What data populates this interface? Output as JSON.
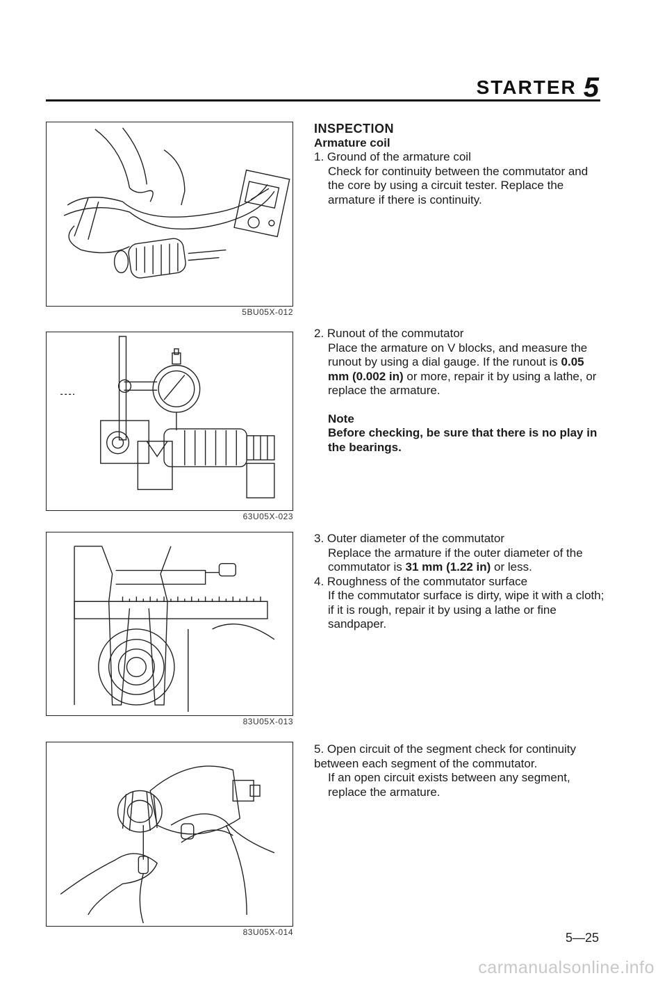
{
  "header": {
    "title": "STARTER",
    "chapter": "5"
  },
  "figures": [
    {
      "code": "5BU05X-012"
    },
    {
      "code": "63U05X-023"
    },
    {
      "code": "83U05X-013"
    },
    {
      "code": "83U05X-014"
    }
  ],
  "sections": {
    "inspection_heading": "INSPECTION",
    "armature_heading": "Armature coil",
    "item1_title": "1. Ground of the armature coil",
    "item1_body": "Check for continuity between the commutator and the core by using a circuit tester. Replace the armature if there is continuity.",
    "item2_title": "2. Runout of the commutator",
    "item2_body_a": "Place the armature on V blocks, and measure the runout by using a dial gauge. If the runout is ",
    "item2_value": "0.05 mm (0.002 in)",
    "item2_body_b": " or more, repair it by using a lathe, or replace the armature.",
    "note_heading": "Note",
    "note_body": "Before checking, be sure that there is no play in the bearings.",
    "item3_title": "3. Outer diameter of the commutator",
    "item3_body_a": "Replace the armature if the outer diameter of the commutator is ",
    "item3_value": "31 mm (1.22 in)",
    "item3_body_b": " or less.",
    "item4_title": "4. Roughness of the commutator surface",
    "item4_body": "If the commutator surface is dirty, wipe it with a cloth; if it is rough, repair it by using a lathe or fine sandpaper.",
    "item5_title": "5. Open circuit of the segment check for continuity between each segment of the commutator.",
    "item5_body": "If an open circuit exists between any segment, replace the armature."
  },
  "footer": {
    "page_number": "5—25",
    "watermark": "carmanualsonline.info"
  }
}
